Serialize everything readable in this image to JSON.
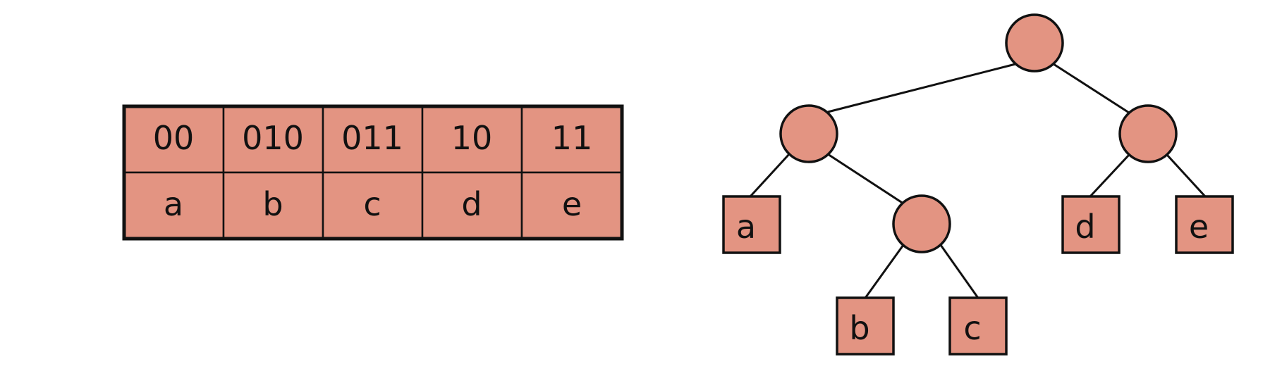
{
  "colors": {
    "fill": "#e39482",
    "stroke": "#111111",
    "background": "#ffffff"
  },
  "code_table": {
    "codes": [
      "00",
      "010",
      "011",
      "10",
      "11"
    ],
    "symbols": [
      "a",
      "b",
      "c",
      "d",
      "e"
    ]
  },
  "tree": {
    "leaves": [
      "a",
      "b",
      "c",
      "d",
      "e"
    ]
  }
}
